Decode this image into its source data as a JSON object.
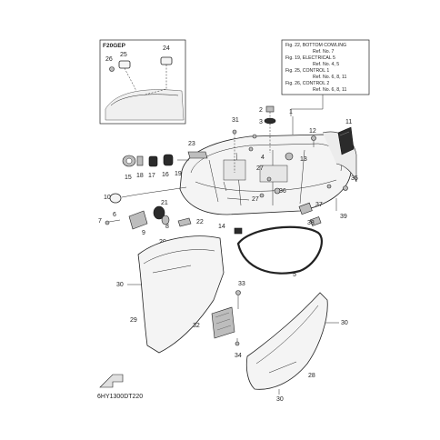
{
  "inset": {
    "label": "F20GEP"
  },
  "reference_box": {
    "lines": [
      "Fig. 22, BOTTOM COWLING",
      "Ref. No. 7",
      "Fig. 19, ELECTRICAL 5",
      "Ref. No. 4, 5",
      "Fig. 25, CONTROL 1",
      "Ref. No. 6, 8, 11",
      "Fig. 26, CONTROL 2",
      "Ref. No. 6, 8, 11"
    ]
  },
  "diagram_code": "6HY1300DT220",
  "callouts": {
    "c1": "1",
    "c2": "2",
    "c3": "3",
    "c4": "4",
    "c5": "5",
    "c6": "6",
    "c7": "7",
    "c8": "8",
    "c9": "9",
    "c10": "10",
    "c11": "11",
    "c12": "12",
    "c13": "13",
    "c14": "14",
    "c15": "15",
    "c16": "16",
    "c17": "17",
    "c18": "18",
    "c19": "19",
    "c20": "20",
    "c21": "21",
    "c22": "22",
    "c23": "23",
    "c24": "24",
    "c25": "25",
    "c26": "26",
    "c27a": "27",
    "c27b": "27",
    "c28": "28",
    "c29": "29",
    "c30a": "30",
    "c30b": "30",
    "c30c": "30",
    "c31": "31",
    "c32": "32",
    "c33": "33",
    "c34": "34",
    "c35": "35",
    "c36": "36",
    "c37": "37",
    "c38": "38",
    "c39": "39"
  }
}
